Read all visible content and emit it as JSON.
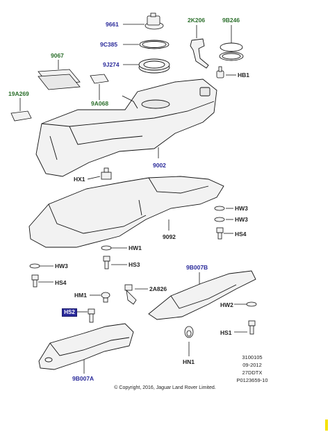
{
  "callouts": {
    "c9661": "9661",
    "c9C385": "9C385",
    "c9J274": "9J274",
    "c2K206": "2K206",
    "c9B246": "9B246",
    "cHB1": "HB1",
    "c9067": "9067",
    "c19A269": "19A269",
    "c9A068": "9A068",
    "c9002": "9002",
    "cHX1": "HX1",
    "cHW3a": "HW3",
    "cHW3b": "HW3",
    "cHS4a": "HS4",
    "c9092": "9092",
    "cHW1": "HW1",
    "cHS3": "HS3",
    "cHW3c": "HW3",
    "cHS4b": "HS4",
    "c9B007B": "9B007B",
    "cHM1": "HM1",
    "c2A826": "2A826",
    "cHS2": "HS2",
    "cHW2": "HW2",
    "cHS1": "HS1",
    "cHN1": "HN1",
    "c9B007A": "9B007A"
  },
  "info": {
    "line1": "3100105",
    "line2": "09-2012",
    "line3": "27DDTX",
    "line4": "P0123659-10"
  },
  "copyright": "© Copyright, 2016, Jaguar Land Rover Limited.",
  "colors": {
    "callout_blue": "#2a2a9a",
    "callout_green": "#2a6e2a",
    "line": "#111111",
    "part_fill": "#f2f2f2"
  }
}
